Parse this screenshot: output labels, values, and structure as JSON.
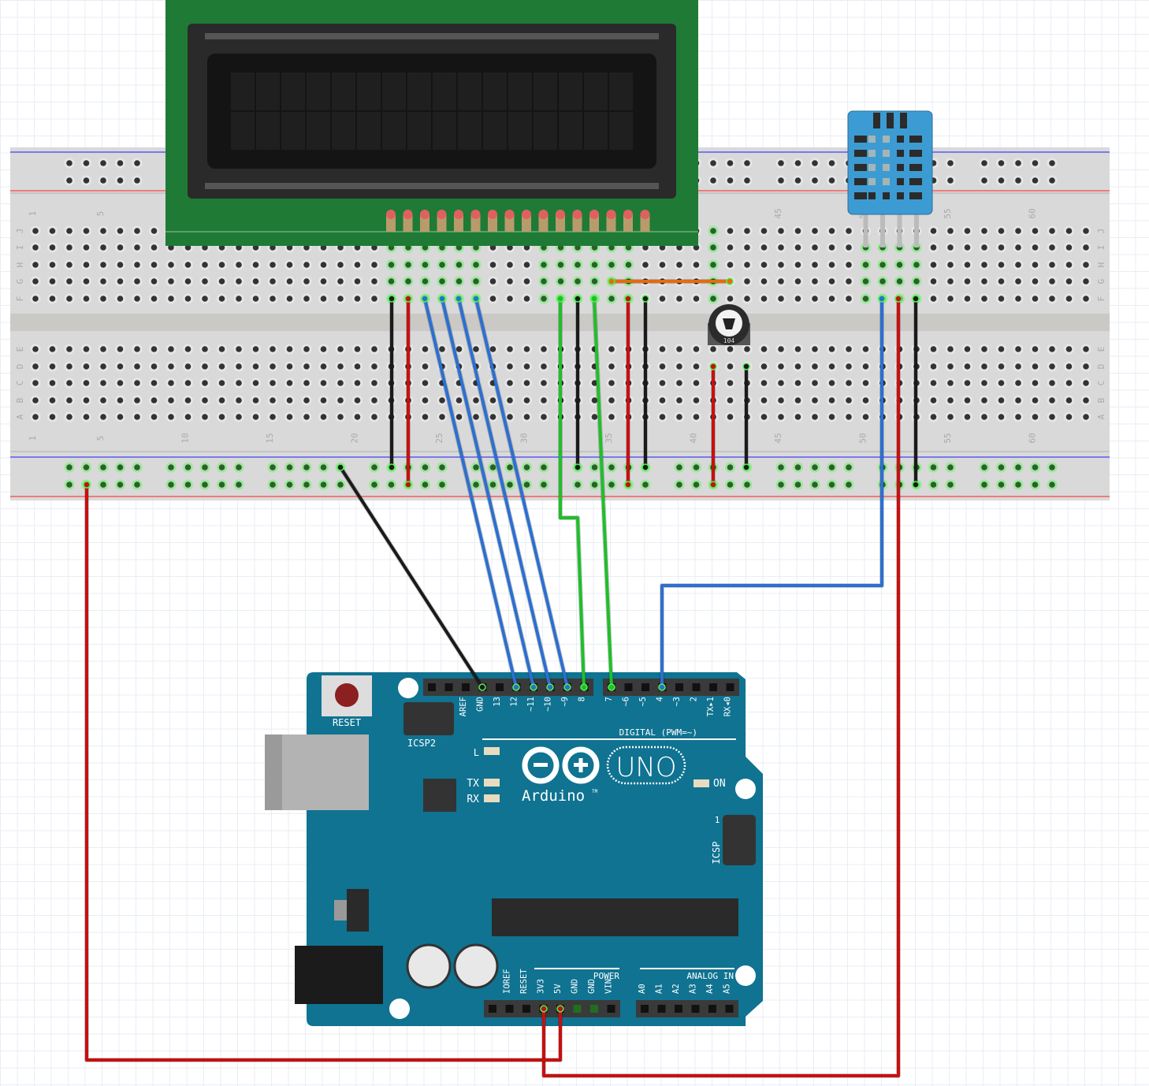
{
  "breadboard": {
    "columns": 63,
    "top_rows": [
      "J",
      "I",
      "H",
      "G",
      "F"
    ],
    "bottom_rows": [
      "E",
      "D",
      "C",
      "B",
      "A"
    ],
    "column_labels": [
      "1",
      "5",
      "10",
      "15",
      "20",
      "25",
      "30",
      "35",
      "40",
      "45",
      "50",
      "55",
      "60"
    ],
    "rail_colors": {
      "negative": "#1b1bff",
      "positive": "#ff2020"
    }
  },
  "potentiometer": {
    "label": "104"
  },
  "arduino": {
    "reset_label": "RESET",
    "icsp2_label": "ICSP2",
    "icsp_label": "ICSP",
    "icsp_pin1": "1",
    "digital_label": "DIGITAL (PWM=~)",
    "digital_pins_left": [
      "",
      "",
      "AREF",
      "GND",
      "13",
      "12",
      "~11",
      "~10",
      "~9",
      "8"
    ],
    "digital_pins_right": [
      "7",
      "~6",
      "~5",
      "4",
      "~3",
      "2",
      "TX▸1",
      "RX◂0"
    ],
    "led_l": "L",
    "led_tx": "TX",
    "led_rx": "RX",
    "led_on": "ON",
    "logo_text": "Arduino",
    "tm": "TM",
    "model": "UNO",
    "power_label": "POWER",
    "power_pins": [
      "",
      "IOREF",
      "RESET",
      "3V3",
      "5V",
      "GND",
      "GND",
      "VIN"
    ],
    "analog_label": "ANALOG IN",
    "analog_pins": [
      "A0",
      "A1",
      "A2",
      "A3",
      "A4",
      "A5"
    ],
    "board_color": "#0f7391"
  },
  "wire_colors": {
    "black": "#1a1a1a",
    "red": "#c80f0f",
    "blue": "#2c6fd1",
    "green": "#1fbf2a",
    "orange": "#e86a0c"
  }
}
